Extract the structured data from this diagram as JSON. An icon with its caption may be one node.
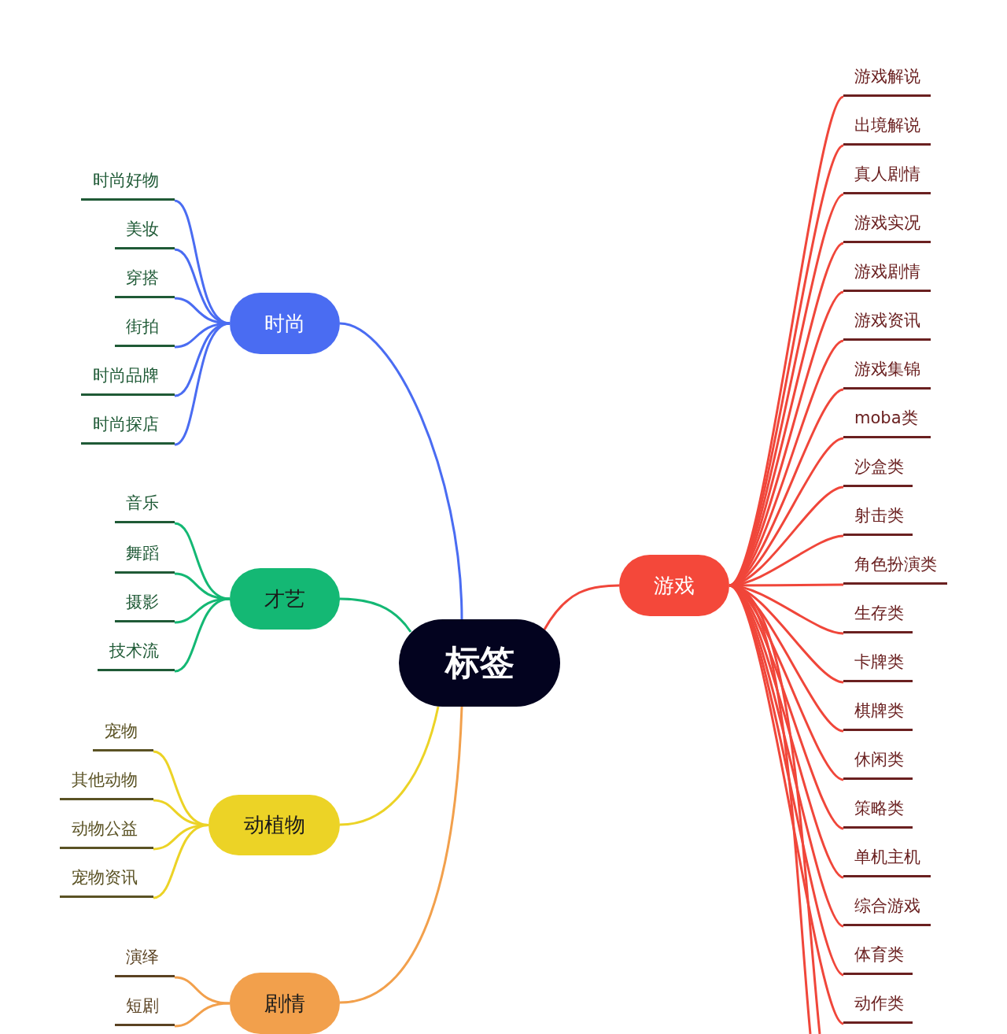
{
  "diagram": {
    "nodes": [
      {
        "text": [
          "标签"
        ]
      },
      {
        "text": [
          "时尚"
        ]
      },
      {
        "text": [
          "时尚好物"
        ]
      },
      {
        "text": [
          "美妆"
        ]
      },
      {
        "text": [
          "穿搭"
        ]
      },
      {
        "text": [
          "街拍"
        ]
      },
      {
        "text": [
          "时尚品牌"
        ]
      },
      {
        "text": [
          "时尚探店"
        ]
      },
      {
        "text": [
          "才艺"
        ]
      },
      {
        "text": [
          "音乐"
        ]
      },
      {
        "text": [
          "舞蹈"
        ]
      },
      {
        "text": [
          "摄影"
        ]
      },
      {
        "text": [
          "技术流"
        ]
      },
      {
        "text": [
          "动植物"
        ]
      },
      {
        "text": [
          "宠物"
        ]
      },
      {
        "text": [
          "其他动物"
        ]
      },
      {
        "text": [
          "动物公益"
        ]
      },
      {
        "text": [
          "宠物资讯"
        ]
      },
      {
        "text": [
          "剧情"
        ]
      },
      {
        "text": [
          "演绎"
        ]
      },
      {
        "text": [
          "短剧"
        ]
      },
      {
        "text": [
          "游戏"
        ]
      },
      {
        "text": [
          "游戏解说"
        ]
      },
      {
        "text": [
          "出境解说"
        ]
      },
      {
        "text": [
          "真人剧情"
        ]
      },
      {
        "text": [
          "游戏实况"
        ]
      },
      {
        "text": [
          "游戏剧情"
        ]
      },
      {
        "text": [
          "游戏资讯"
        ]
      },
      {
        "text": [
          "游戏集锦"
        ]
      },
      {
        "text": [
          "moba类"
        ]
      },
      {
        "text": [
          "沙盒类"
        ]
      },
      {
        "text": [
          "射击类"
        ]
      },
      {
        "text": [
          "角色扮演类"
        ]
      },
      {
        "text": [
          "生存类"
        ]
      },
      {
        "text": [
          "卡牌类"
        ]
      },
      {
        "text": [
          "棋牌类"
        ]
      },
      {
        "text": [
          "休闲类"
        ]
      },
      {
        "text": [
          "策略类"
        ]
      },
      {
        "text": [
          "单机主机"
        ]
      },
      {
        "text": [
          "综合游戏"
        ]
      },
      {
        "text": [
          "体育类"
        ]
      },
      {
        "text": [
          "动作类"
        ]
      }
    ],
    "edges": [
      {
        "from": 0,
        "to": 1,
        "arrow": "none",
        "color": "#4a6cf2"
      },
      {
        "from": 1,
        "to": 2,
        "arrow": "none",
        "color": "#4a6cf2"
      },
      {
        "from": 1,
        "to": 3,
        "arrow": "none",
        "color": "#4a6cf2"
      },
      {
        "from": 1,
        "to": 4,
        "arrow": "none",
        "color": "#4a6cf2"
      },
      {
        "from": 1,
        "to": 5,
        "arrow": "none",
        "color": "#4a6cf2"
      },
      {
        "from": 1,
        "to": 6,
        "arrow": "none",
        "color": "#4a6cf2"
      },
      {
        "from": 1,
        "to": 7,
        "arrow": "none",
        "color": "#4a6cf2"
      },
      {
        "from": 0,
        "to": 8,
        "arrow": "none",
        "color": "#14b874"
      },
      {
        "from": 8,
        "to": 9,
        "arrow": "none",
        "color": "#14b874"
      },
      {
        "from": 8,
        "to": 10,
        "arrow": "none",
        "color": "#14b874"
      },
      {
        "from": 8,
        "to": 11,
        "arrow": "none",
        "color": "#14b874"
      },
      {
        "from": 8,
        "to": 12,
        "arrow": "none",
        "color": "#14b874"
      },
      {
        "from": 0,
        "to": 13,
        "arrow": "none",
        "color": "#ecd326"
      },
      {
        "from": 13,
        "to": 14,
        "arrow": "none",
        "color": "#ecd326"
      },
      {
        "from": 13,
        "to": 15,
        "arrow": "none",
        "color": "#ecd326"
      },
      {
        "from": 13,
        "to": 16,
        "arrow": "none",
        "color": "#ecd326"
      },
      {
        "from": 13,
        "to": 17,
        "arrow": "none",
        "color": "#ecd326"
      },
      {
        "from": 0,
        "to": 18,
        "arrow": "none",
        "color": "#f2a04c"
      },
      {
        "from": 18,
        "to": 19,
        "arrow": "none",
        "color": "#f2a04c"
      },
      {
        "from": 18,
        "to": 20,
        "arrow": "none",
        "color": "#f2a04c"
      },
      {
        "from": 0,
        "to": 21,
        "arrow": "none"
      },
      {
        "from": 21,
        "to": 22,
        "arrow": "none"
      },
      {
        "from": 21,
        "to": 23,
        "arrow": "none"
      },
      {
        "from": 21,
        "to": 24,
        "arrow": "none"
      },
      {
        "from": 21,
        "to": 25,
        "arrow": "none"
      },
      {
        "from": 21,
        "to": 26,
        "arrow": "none"
      },
      {
        "from": 21,
        "to": 27,
        "arrow": "none"
      },
      {
        "from": 21,
        "to": 28,
        "arrow": "none"
      },
      {
        "from": 21,
        "to": 29,
        "arrow": "none"
      },
      {
        "from": 21,
        "to": 30,
        "arrow": "none"
      },
      {
        "from": 21,
        "to": 31,
        "arrow": "none"
      },
      {
        "from": 21,
        "to": 32,
        "arrow": "none"
      },
      {
        "from": 21,
        "to": 33,
        "arrow": "none"
      },
      {
        "from": 21,
        "to": 34,
        "arrow": "none"
      },
      {
        "from": 21,
        "to": 35,
        "arrow": "none"
      },
      {
        "from": 21,
        "to": 36,
        "arrow": "none"
      },
      {
        "from": 21,
        "to": 37,
        "arrow": "none"
      },
      {
        "from": 21,
        "to": 38,
        "arrow": "none"
      },
      {
        "from": 21,
        "to": 39,
        "arrow": "none"
      },
      {
        "from": 21,
        "to": 40,
        "arrow": "none"
      },
      {
        "from": 21,
        "to": 41,
        "arrow": "none"
      },
      {
        "from": 21,
        "to": null,
        "arrow": "none"
      },
      {
        "from": 21,
        "to": null,
        "arrow": "none"
      }
    ]
  }
}
